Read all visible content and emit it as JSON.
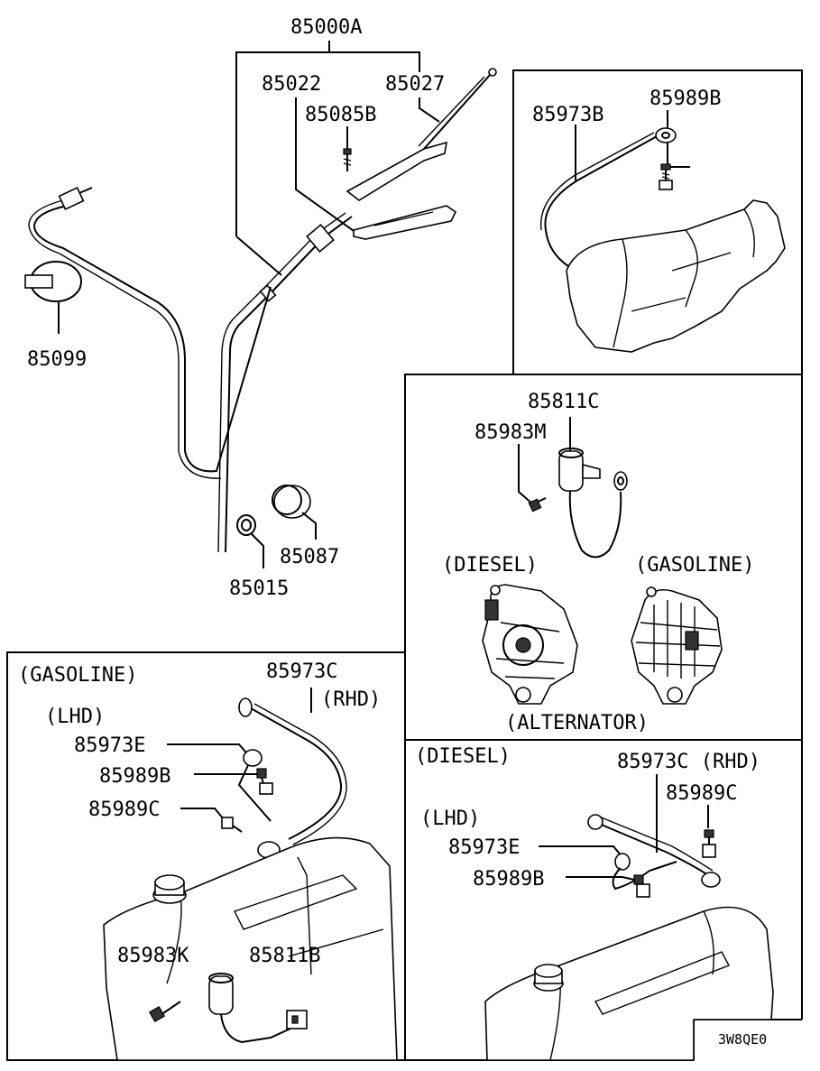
{
  "labels": {
    "p85000A": "85000A",
    "p85022": "85022",
    "p85027": "85027",
    "p85085B": "85085B",
    "p85099": "85099",
    "p85087": "85087",
    "p85015": "85015",
    "tr_85973B": "85973B",
    "tr_85989B": "85989B",
    "mr_85811C": "85811C",
    "mr_85983M": "85983M",
    "mr_diesel": "(DIESEL)",
    "mr_gasoline": "(GASOLINE)",
    "mr_alternator": "(ALTERNATOR)",
    "bl_gasoline": "(GASOLINE)",
    "bl_lhd": "(LHD)",
    "bl_85973C": "85973C",
    "bl_rhd": "(RHD)",
    "bl_85973E": "85973E",
    "bl_85989B": "85989B",
    "bl_85989C": "85989C",
    "bl_85983K": "85983K",
    "bl_85811B": "85811B",
    "br_diesel": "(DIESEL)",
    "br_85973C_rhd": "85973C (RHD)",
    "br_85989C": "85989C",
    "br_lhd": "(LHD)",
    "br_85973E": "85973E",
    "br_85989B": "85989B",
    "code": "3W8QE0"
  }
}
